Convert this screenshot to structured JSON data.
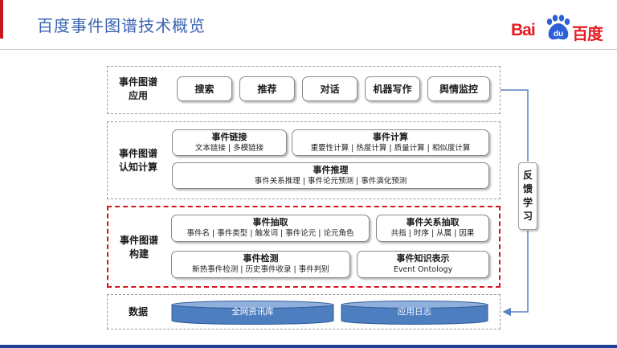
{
  "slide": {
    "title": "百度事件图谱技术概览"
  },
  "logo": {
    "text_a": "Bai",
    "text_b": "百度",
    "paw_text": "du"
  },
  "layers": {
    "application": {
      "label_line1": "事件图谱",
      "label_line2": "应用",
      "items": [
        "搜索",
        "推荐",
        "对话",
        "机器写作",
        "舆情监控"
      ]
    },
    "cognitive": {
      "label_line1": "事件图谱",
      "label_line2": "认知计算",
      "event_link": {
        "title": "事件链接",
        "sub": "文本链接 | 多模链接"
      },
      "event_compute": {
        "title": "事件计算",
        "sub": "重要性计算 | 热度计算 | 质量计算 | 相似度计算"
      },
      "event_reasoning": {
        "title": "事件推理",
        "sub": "事件关系推理 | 事件论元预测 | 事件演化预测"
      }
    },
    "construction": {
      "label_line1": "事件图谱",
      "label_line2": "构建",
      "extraction": {
        "title": "事件抽取",
        "sub": "事件名 | 事件类型 | 触发词 | 事件论元 | 论元角色"
      },
      "relation": {
        "title": "事件关系抽取",
        "sub": "共指 | 时序 | 从属 | 因果"
      },
      "detection": {
        "title": "事件检测",
        "sub": "新热事件检测 | 历史事件收录 | 事件判别"
      },
      "representation": {
        "title": "事件知识表示",
        "sub": "Event Ontology"
      }
    },
    "data": {
      "label": "数据",
      "sources": [
        "全网资讯库",
        "应用日志"
      ]
    }
  },
  "feedback": {
    "chars": [
      "反",
      "馈",
      "学",
      "习"
    ]
  },
  "colors": {
    "title_blue": "#3b63b0",
    "accent_red": "#d8141c",
    "cylinder_blue": "#4d7ebf",
    "bottom_bar": "#1f3f94"
  }
}
